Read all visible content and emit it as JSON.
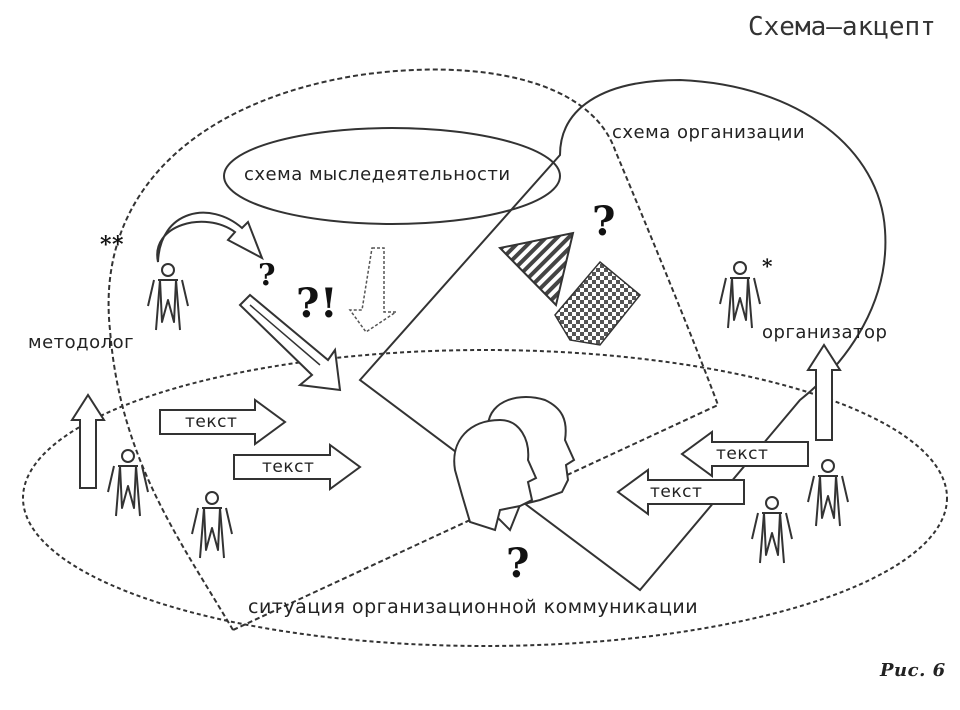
{
  "title": "Схема–акцепт",
  "figure_caption": "Рис. 6",
  "labels": {
    "scheme_thinking": "схема мыследеятельности",
    "scheme_org": "схема организации",
    "methodologist": "методолог",
    "organizer": "организатор",
    "situation": "ситуация организационной коммуникации"
  },
  "text_arrows": [
    "текст",
    "текст",
    "текст",
    "текст"
  ],
  "marks": {
    "double_star": "**",
    "star": "*",
    "question": "?",
    "question_excl": "?!"
  },
  "colors": {
    "ink": "#333333",
    "background": "#ffffff"
  }
}
